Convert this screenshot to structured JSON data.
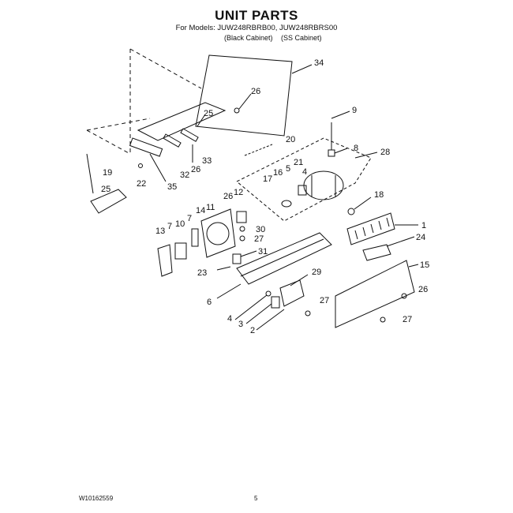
{
  "header": {
    "title": "UNIT PARTS",
    "models_line": "For Models: JUW248RBRB00, JUW248RBRS00",
    "cabinet_black": "(Black Cabinet)",
    "cabinet_ss": "(SS Cabinet)"
  },
  "callouts": {
    "c34": "34",
    "c26a": "26",
    "c9": "9",
    "c25a": "25",
    "c20": "20",
    "c8": "8",
    "c28": "28",
    "c21": "21",
    "c5": "5",
    "c16": "16",
    "c17": "17",
    "c4": "4",
    "c19": "19",
    "c25b": "25",
    "c22": "22",
    "c35": "35",
    "c32": "32",
    "c26b": "26",
    "c33": "33",
    "c18": "18",
    "c26c": "26",
    "c12": "12",
    "c11": "11",
    "c14": "14",
    "c7a": "7",
    "c10": "10",
    "c7b": "7",
    "c13": "13",
    "c30": "30",
    "c27a": "27",
    "c31": "31",
    "c1": "1",
    "c24": "24",
    "c23": "23",
    "c29": "29",
    "c15": "15",
    "c6": "6",
    "c26d": "26",
    "c27b": "27",
    "c4b": "4",
    "c3": "3",
    "c2": "2",
    "c27c": "27"
  },
  "footer": {
    "doc_number": "W10162559",
    "page": "5"
  }
}
